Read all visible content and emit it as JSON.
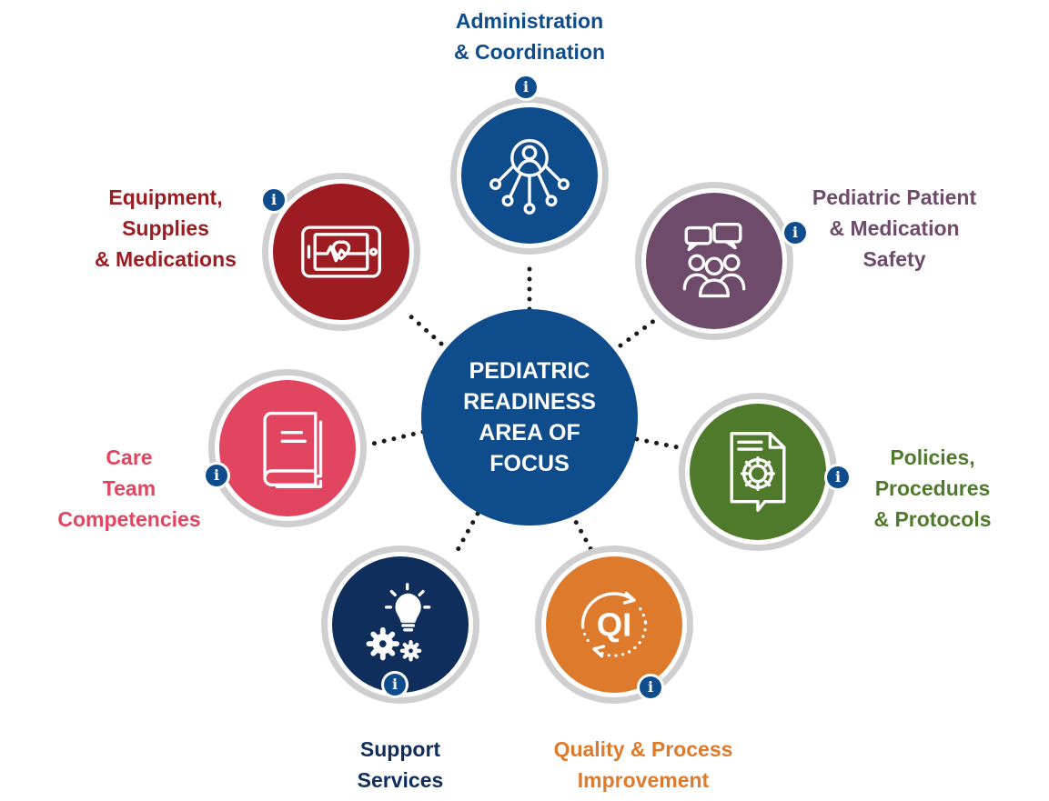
{
  "center": {
    "lines": [
      "PEDIATRIC",
      "READINESS",
      "AREA OF",
      "FOCUS"
    ],
    "color": "#0f4c8c"
  },
  "info_glyph": "i",
  "areas": [
    {
      "id": "administration",
      "lines": [
        "Administration",
        "& Coordination"
      ],
      "color": "#0f4c8c",
      "icon": "network-person-icon"
    },
    {
      "id": "patient-safety",
      "lines": [
        "Pediatric Patient",
        "& Medication",
        "Safety"
      ],
      "color": "#6e4b6b",
      "icon": "group-chat-icon"
    },
    {
      "id": "policies",
      "lines": [
        "Policies,",
        "Procedures",
        "& Protocols"
      ],
      "color": "#4f7a2c",
      "icon": "document-gear-icon"
    },
    {
      "id": "quality",
      "lines": [
        "Quality & Process",
        "Improvement"
      ],
      "color": "#de7a2b",
      "icon": "qi-cycle-icon",
      "icon_text": "QI"
    },
    {
      "id": "support",
      "lines": [
        "Support",
        "Services"
      ],
      "color": "#0f2e5c",
      "icon": "gears-lightbulb-icon"
    },
    {
      "id": "care-team",
      "lines": [
        "Care",
        "Team",
        "Competencies"
      ],
      "color": "#e24560",
      "icon": "book-icon"
    },
    {
      "id": "equipment",
      "lines": [
        "Equipment,",
        "Supplies",
        "& Medications"
      ],
      "color": "#9c1c22",
      "icon": "monitor-heartbeat-icon"
    }
  ]
}
